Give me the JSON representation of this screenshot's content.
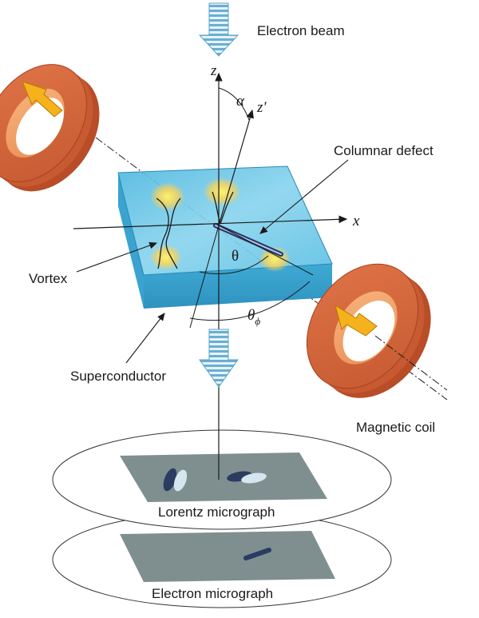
{
  "labels": {
    "electron_beam": "Electron beam",
    "columnar_defect": "Columnar defect",
    "vortex": "Vortex",
    "superconductor": "Superconductor",
    "magnetic_coil": "Magnetic coil",
    "lorentz_micrograph": "Lorentz micrograph",
    "electron_micrograph": "Electron micrograph"
  },
  "axes": {
    "z": "z",
    "z_prime": "z'",
    "x": "x"
  },
  "angles": {
    "alpha": "α",
    "theta": "θ",
    "theta_phi": "θ",
    "theta_phi_sub": "ϕ"
  },
  "colors": {
    "coil_outer": "#d4683f",
    "coil_inner": "#f2a36b",
    "coil_arrow": "#f5b21c",
    "superconductor": "#5cc4e6",
    "beam_arrow": "#7fc0dc",
    "micrograph": "#7f8f90"
  }
}
